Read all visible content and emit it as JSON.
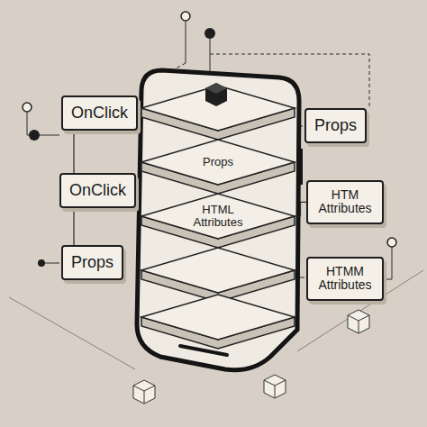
{
  "diagram": {
    "nodes": [
      {
        "text": [
          "OnClick"
        ]
      },
      {
        "text": [
          "OnClick"
        ]
      },
      {
        "text": [
          "Props"
        ]
      },
      {
        "text": [
          "Props"
        ]
      },
      {
        "text": [
          "HTML Attributes"
        ]
      },
      {
        "text": [
          "Props"
        ]
      },
      {
        "text": [
          "HTM Attributes"
        ]
      },
      {
        "text": [
          "HTMM Attributes"
        ]
      }
    ],
    "edges": [
      {
        "from": 0,
        "to": 1,
        "arrow": "none"
      },
      {
        "from": 1,
        "to": 2,
        "arrow": "none"
      },
      {
        "from": 6,
        "to": 4,
        "arrow": "none"
      }
    ]
  }
}
